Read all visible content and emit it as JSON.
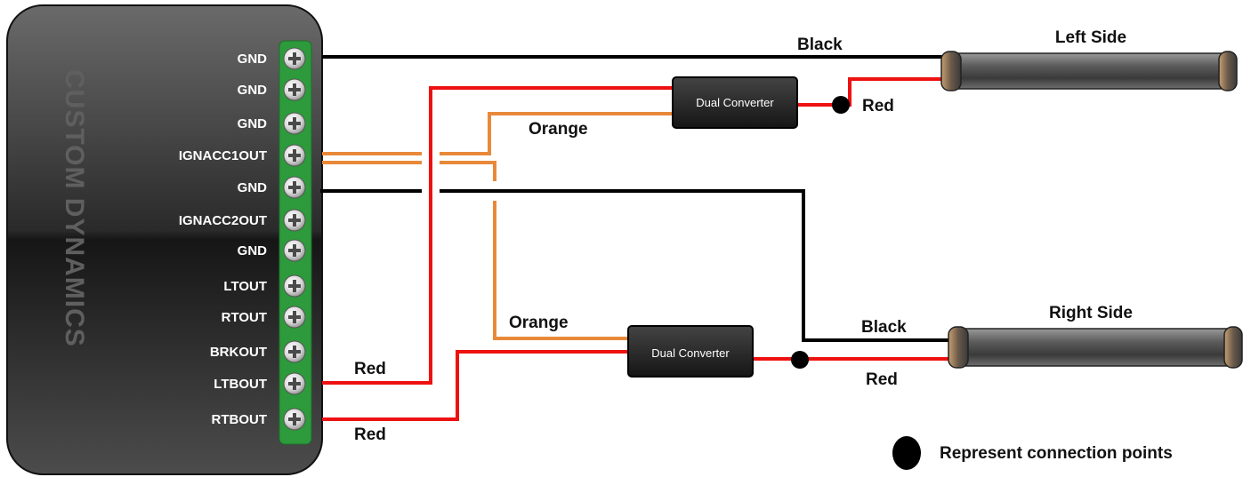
{
  "module": {
    "brand": "CUSTOM DYNAMICS",
    "pins": [
      "GND",
      "GND",
      "GND",
      "IGNACC1OUT",
      "GND",
      "IGNACC2OUT",
      "GND",
      "LTOUT",
      "RTOUT",
      "BRKOUT",
      "LTBOUT",
      "RTBOUT"
    ]
  },
  "converters": {
    "top": "Dual Converter",
    "bottom": "Dual Converter"
  },
  "lights": {
    "left": "Left Side",
    "right": "Right Side"
  },
  "wires": {
    "black_top": "Black",
    "black_bottom": "Black",
    "orange_top": "Orange",
    "orange_bottom": "Orange",
    "red_top_output": "Red",
    "red_bottom_output": "Red",
    "red_ltbout": "Red",
    "red_rtbout": "Red"
  },
  "legend": {
    "text": "Represent connection points"
  },
  "colors": {
    "black_wire": "#000000",
    "red_wire": "#ee1111",
    "orange_wire": "#e8893a",
    "terminal_strip": "#2d9a3c",
    "module_body": "#3a3a3a"
  }
}
